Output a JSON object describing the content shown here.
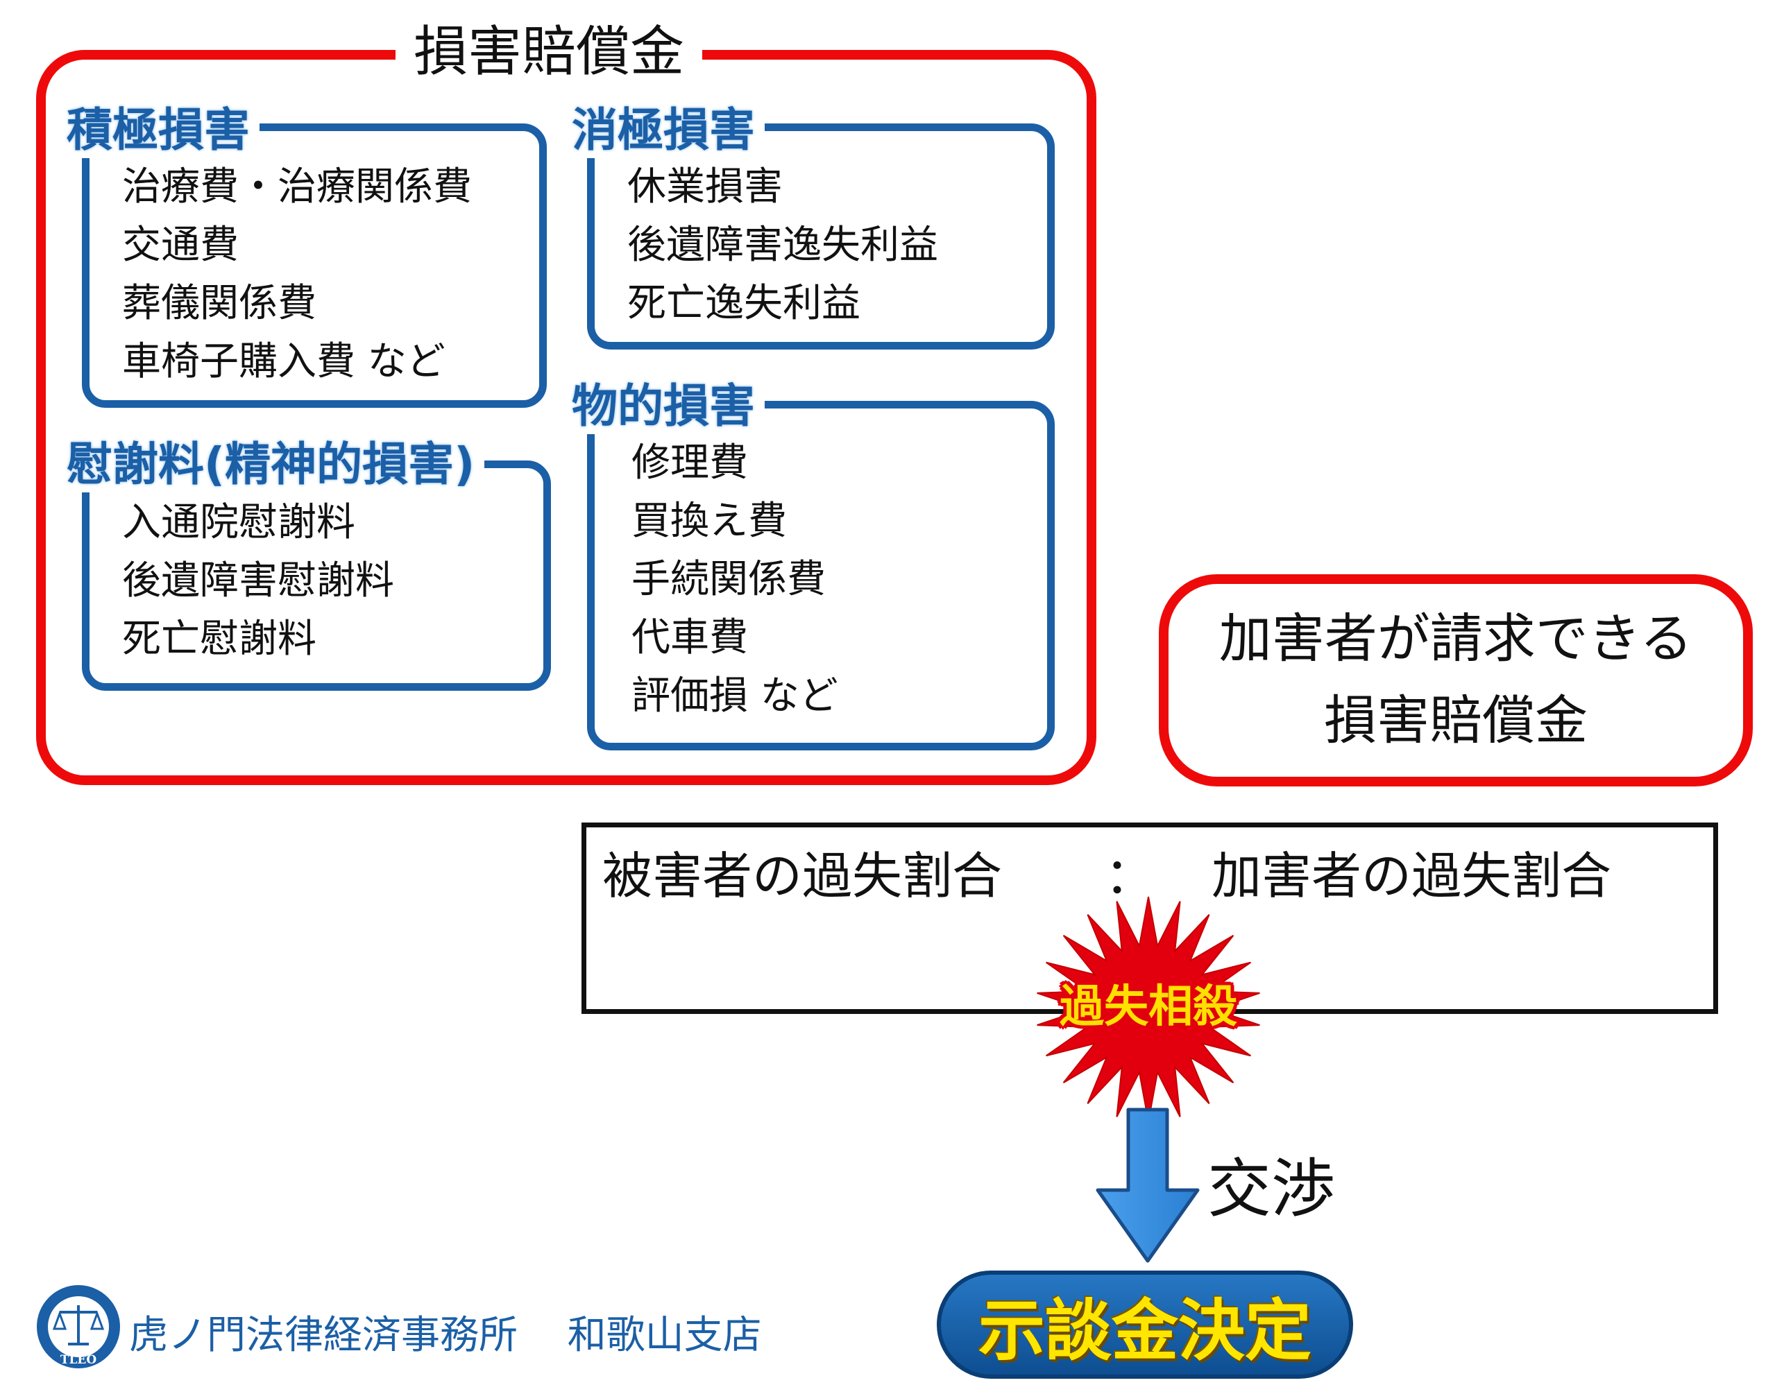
{
  "compensation": {
    "title": "損害賠償金",
    "active": {
      "heading": "積極損害",
      "items": [
        "治療費・治療関係費",
        "交通費",
        "葬儀関係費",
        "車椅子購入費 など"
      ]
    },
    "passive": {
      "heading": "消極損害",
      "items": [
        "休業損害",
        "後遺障害逸失利益",
        "死亡逸失利益"
      ]
    },
    "consolation": {
      "heading": "慰謝料(精神的損害)",
      "items": [
        "入通院慰謝料",
        "後遺障害慰謝料",
        "死亡慰謝料"
      ]
    },
    "property": {
      "heading": "物的損害",
      "items": [
        "修理費",
        "買換え費",
        "手続関係費",
        "代車費",
        "評価損 など"
      ]
    }
  },
  "side_note": {
    "line1": "加害者が請求できる",
    "line2": "損害賠償金"
  },
  "ratio": {
    "victim": "被害者の過失割合",
    "separator": "：",
    "offender": "加害者の過失割合"
  },
  "offset_label": "過失相殺",
  "negotiation_label": "交渉",
  "settlement_label": "示談金決定",
  "firm": {
    "name": "虎ノ門法律経済事務所",
    "branch": "和歌山支店",
    "logo_text": "TLEO"
  },
  "colors": {
    "red": "#ee0a0a",
    "blue": "#1b5fa6",
    "yellow": "#ffe000"
  }
}
